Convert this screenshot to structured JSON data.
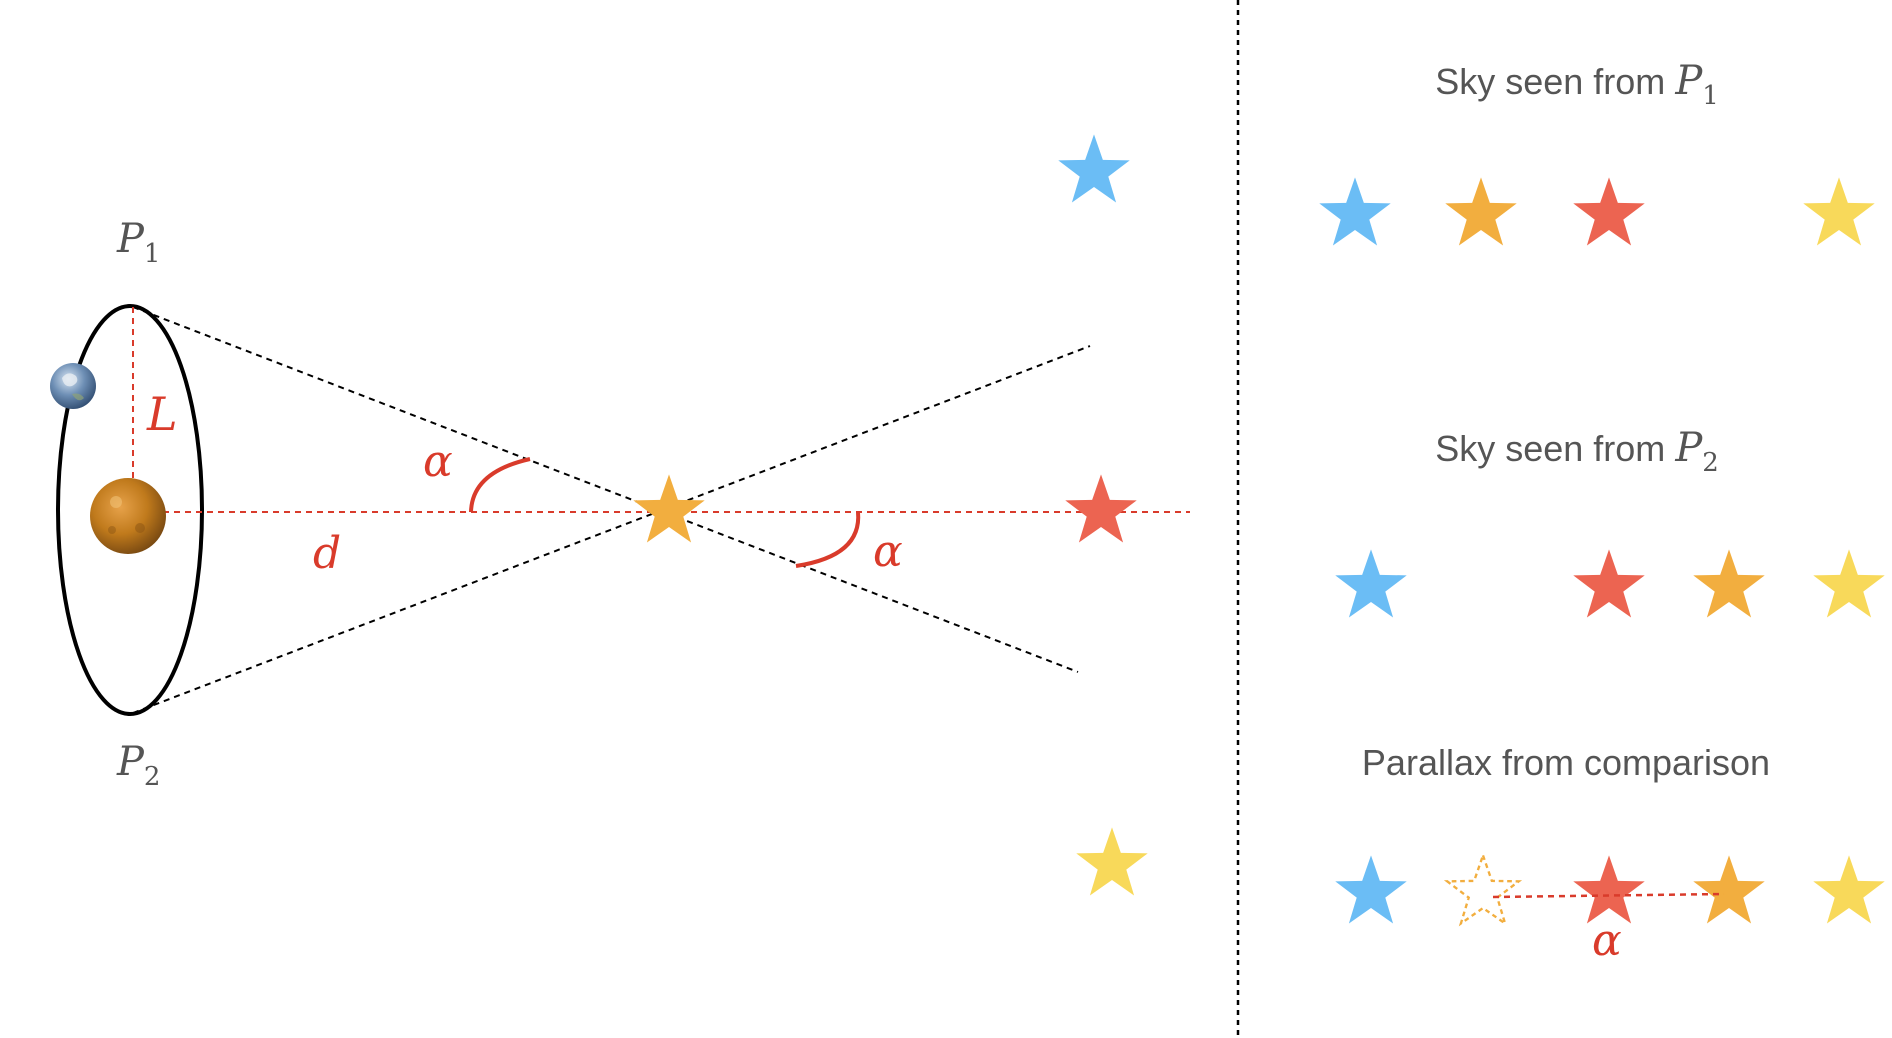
{
  "colors": {
    "blue": "#6BBDF5",
    "orange": "#F2AE3F",
    "red": "#EC6451",
    "yellow": "#F8D95A",
    "accent_red": "#D93B2B",
    "orbit": "#000000",
    "label_gray": "#555555",
    "sun_core": "#C07A1C",
    "earth": "#5A7FA8"
  },
  "left_panel": {
    "label_p1": {
      "main": "P",
      "sub": "1"
    },
    "label_p2": {
      "main": "P",
      "sub": "2"
    },
    "label_L": "L",
    "label_d": "d",
    "label_alpha_near": "α",
    "label_alpha_far": "α",
    "icons": [
      "earth-icon",
      "sun-icon",
      "near-star-icon",
      "blue-star-icon",
      "red-star-icon",
      "yellow-star-icon"
    ]
  },
  "right_panel": {
    "sky_p1": {
      "title": "Sky seen from",
      "var": {
        "main": "P",
        "sub": "1"
      },
      "stars": [
        "blue",
        "orange",
        "red",
        "yellow"
      ]
    },
    "sky_p2": {
      "title": "Sky seen from",
      "var": {
        "main": "P",
        "sub": "2"
      },
      "stars": [
        "blue",
        "red",
        "orange",
        "yellow"
      ]
    },
    "comparison": {
      "title": "Parallax from comparison",
      "stars": [
        "blue",
        "orange-outline",
        "red",
        "orange",
        "yellow"
      ],
      "label_alpha": "α"
    }
  }
}
